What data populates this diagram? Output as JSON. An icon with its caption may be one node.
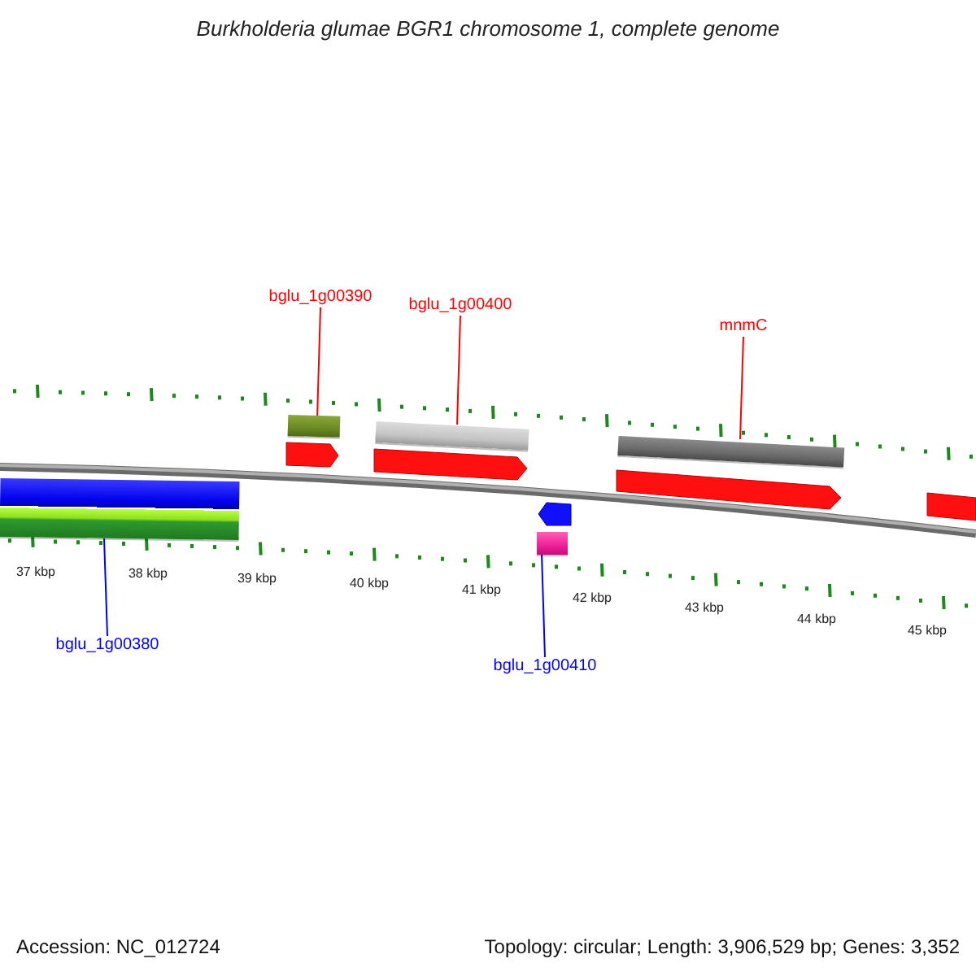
{
  "diagram": {
    "title": "Burkholderia glumae BGR1 chromosome 1, complete genome",
    "nodes": [
      {
        "text": [
          "bglu_1g00390"
        ]
      },
      {
        "text": [],
        "shape": "bar"
      },
      {
        "text": [
          "bglu_1g00400"
        ]
      },
      {
        "text": [],
        "shape": "bar"
      },
      {
        "text": [
          "mnmC"
        ]
      },
      {
        "text": [],
        "shape": "bar"
      },
      {
        "text": [
          "bglu_1g00380"
        ]
      },
      {
        "text": [],
        "shape": "bar"
      },
      {
        "text": [
          "bglu_1g00410"
        ]
      },
      {
        "text": [],
        "shape": "bar"
      }
    ],
    "edges": [
      {
        "from": 0,
        "to": 1,
        "arrow": "none"
      },
      {
        "from": 2,
        "to": 3,
        "arrow": "none"
      },
      {
        "from": 4,
        "to": 5,
        "arrow": "none"
      },
      {
        "from": 6,
        "to": 7,
        "arrow": "none",
        "color": "#0000ff"
      },
      {
        "from": 8,
        "to": 9,
        "arrow": "none",
        "color": "#0000ff"
      }
    ],
    "labels": [
      "37 kbp",
      "38 kbp",
      "39 kbp",
      "40 kbp",
      "41 kbp",
      "42 kbp",
      "43 kbp",
      "44 kbp",
      "45 kbp",
      "Accession: NC_012724",
      "Topology: circular; Length: 3,906,529 bp; Genes: 3,352"
    ]
  }
}
